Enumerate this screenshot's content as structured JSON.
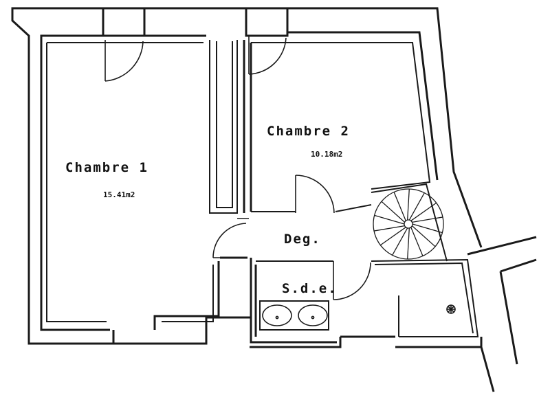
{
  "rooms": [
    {
      "name": "Chambre 1",
      "area": "15.41m2"
    },
    {
      "name": "Chambre 2",
      "area": "10.18m2"
    },
    {
      "name": "Deg."
    },
    {
      "name": "S.d.e."
    }
  ]
}
